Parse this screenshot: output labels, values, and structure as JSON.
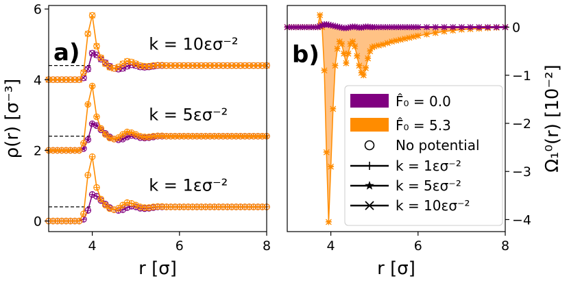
{
  "colors": {
    "purple": "#800080",
    "orange": "#ff8c00",
    "orange_fill": "#ffc285",
    "black": "#000000"
  },
  "chart_data": [
    {
      "type": "line",
      "panel_label": "a)",
      "xlabel": "r [σ]",
      "ylabel": "ρ(r) [σ⁻³]",
      "xlim": [
        3,
        8
      ],
      "ylim": [
        -0.3,
        6.1
      ],
      "xticks": [
        "4",
        "6",
        "8"
      ],
      "yticks": [
        "0",
        "2",
        "4",
        "6"
      ],
      "annotations": [
        {
          "text": "k = 10εσ⁻²",
          "x": 5.3,
          "y": 4.85
        },
        {
          "text": "k = 5εσ⁻²",
          "x": 5.3,
          "y": 2.85
        },
        {
          "text": "k = 1εσ⁻²",
          "x": 5.3,
          "y": 0.85
        }
      ],
      "reference_levels": [
        4.4,
        2.4,
        0.4
      ],
      "offsets": [
        4,
        2,
        0
      ],
      "x": [
        3.0,
        3.1,
        3.2,
        3.3,
        3.4,
        3.5,
        3.6,
        3.7,
        3.8,
        3.9,
        4.0,
        4.1,
        4.2,
        4.3,
        4.4,
        4.5,
        4.6,
        4.7,
        4.8,
        4.9,
        5.0,
        5.1,
        5.2,
        5.3,
        5.4,
        5.5,
        5.6,
        5.7,
        5.8,
        5.9,
        6.0,
        6.1,
        6.2,
        6.3,
        6.4,
        6.5,
        6.6,
        6.7,
        6.8,
        6.9,
        7.0,
        7.1,
        7.2,
        7.3,
        7.4,
        7.5,
        7.6,
        7.7,
        7.8,
        7.9,
        8.0
      ],
      "series": [
        {
          "name": "No potential, F̂₀ = 0.0",
          "values": [
            0.0,
            0.0,
            0.0,
            0.0,
            0.0,
            0.0,
            0.0,
            0.0,
            0.05,
            0.3,
            0.75,
            0.7,
            0.58,
            0.48,
            0.38,
            0.32,
            0.3,
            0.32,
            0.38,
            0.42,
            0.4,
            0.36,
            0.35,
            0.36,
            0.38,
            0.4,
            0.4,
            0.4,
            0.4,
            0.4,
            0.4,
            0.4,
            0.4,
            0.4,
            0.4,
            0.4,
            0.4,
            0.4,
            0.4,
            0.4,
            0.4,
            0.4,
            0.4,
            0.4,
            0.4,
            0.4,
            0.4,
            0.4,
            0.4,
            0.4,
            0.4
          ]
        },
        {
          "name": "No potential, F̂₀ = 5.3",
          "values": [
            0.0,
            0.0,
            0.0,
            0.0,
            0.0,
            0.0,
            0.0,
            0.0,
            0.2,
            1.3,
            1.82,
            0.95,
            0.62,
            0.45,
            0.35,
            0.32,
            0.36,
            0.45,
            0.52,
            0.5,
            0.45,
            0.4,
            0.38,
            0.38,
            0.4,
            0.41,
            0.41,
            0.4,
            0.4,
            0.4,
            0.4,
            0.4,
            0.4,
            0.4,
            0.4,
            0.4,
            0.4,
            0.4,
            0.4,
            0.4,
            0.4,
            0.4,
            0.4,
            0.4,
            0.4,
            0.4,
            0.4,
            0.4,
            0.4,
            0.4,
            0.4
          ]
        }
      ],
      "legend_ref": "b)"
    },
    {
      "type": "area",
      "panel_label": "b)",
      "xlabel": "r [σ]",
      "ylabel": "Ω₁⁰(r) [10⁻²]",
      "xlim": [
        3,
        8
      ],
      "ylim": [
        -4.25,
        0.45
      ],
      "xticks": [
        "4",
        "6",
        "8"
      ],
      "yticks": [
        "0",
        "−1",
        "−2",
        "−3",
        "−4"
      ],
      "x": [
        3.0,
        3.1,
        3.2,
        3.3,
        3.4,
        3.5,
        3.6,
        3.7,
        3.75,
        3.8,
        3.85,
        3.9,
        3.95,
        4.0,
        4.05,
        4.1,
        4.15,
        4.2,
        4.25,
        4.3,
        4.35,
        4.4,
        4.45,
        4.5,
        4.55,
        4.6,
        4.65,
        4.7,
        4.75,
        4.8,
        4.85,
        4.9,
        4.95,
        5.0,
        5.1,
        5.2,
        5.3,
        5.4,
        5.5,
        5.6,
        5.7,
        5.8,
        5.9,
        6.0,
        6.2,
        6.4,
        6.6,
        6.8,
        7.0,
        7.2,
        7.4,
        7.6,
        7.8,
        8.0
      ],
      "series": [
        {
          "name": "F̂₀ = 0.0",
          "values": [
            0,
            0,
            0,
            0,
            0,
            0,
            0,
            0,
            0.02,
            0.04,
            0.06,
            0.06,
            0.05,
            0.04,
            0.03,
            0.02,
            0.01,
            0.0,
            -0.01,
            -0.02,
            -0.02,
            -0.01,
            0.0,
            0.01,
            0.01,
            0.0,
            -0.01,
            -0.01,
            0.0,
            0.01,
            0.01,
            0.0,
            0.0,
            0.0,
            0,
            0,
            0,
            0,
            0,
            0,
            0,
            0,
            0,
            0,
            0,
            0,
            0,
            0,
            0,
            0,
            0,
            0,
            0,
            0
          ]
        },
        {
          "name": "F̂₀ = 5.3",
          "values": [
            0,
            0,
            0,
            0,
            0,
            0,
            0,
            0.0,
            0.25,
            0.0,
            -0.9,
            -2.6,
            -4.05,
            -2.9,
            -1.7,
            -0.8,
            -0.45,
            -0.3,
            -0.35,
            -0.55,
            -0.75,
            -0.55,
            -0.35,
            -0.3,
            -0.4,
            -0.6,
            -0.8,
            -0.95,
            -1.0,
            -0.85,
            -0.65,
            -0.5,
            -0.42,
            -0.4,
            -0.38,
            -0.36,
            -0.33,
            -0.3,
            -0.28,
            -0.26,
            -0.24,
            -0.22,
            -0.2,
            -0.18,
            -0.15,
            -0.12,
            -0.09,
            -0.07,
            -0.05,
            -0.04,
            -0.03,
            -0.02,
            -0.01,
            0.0
          ]
        }
      ]
    }
  ],
  "legend": {
    "items": [
      {
        "label": "F̂₀ = 0.0",
        "kind": "patch",
        "color": "#800080"
      },
      {
        "label": "F̂₀ = 5.3",
        "kind": "patch",
        "color": "#ff8c00"
      },
      {
        "label": "No potential",
        "kind": "circle"
      },
      {
        "label": "k = 1εσ⁻²",
        "kind": "line-plus"
      },
      {
        "label": "k = 5εσ⁻²",
        "kind": "line-star"
      },
      {
        "label": "k = 10εσ⁻²",
        "kind": "line-x"
      }
    ]
  }
}
